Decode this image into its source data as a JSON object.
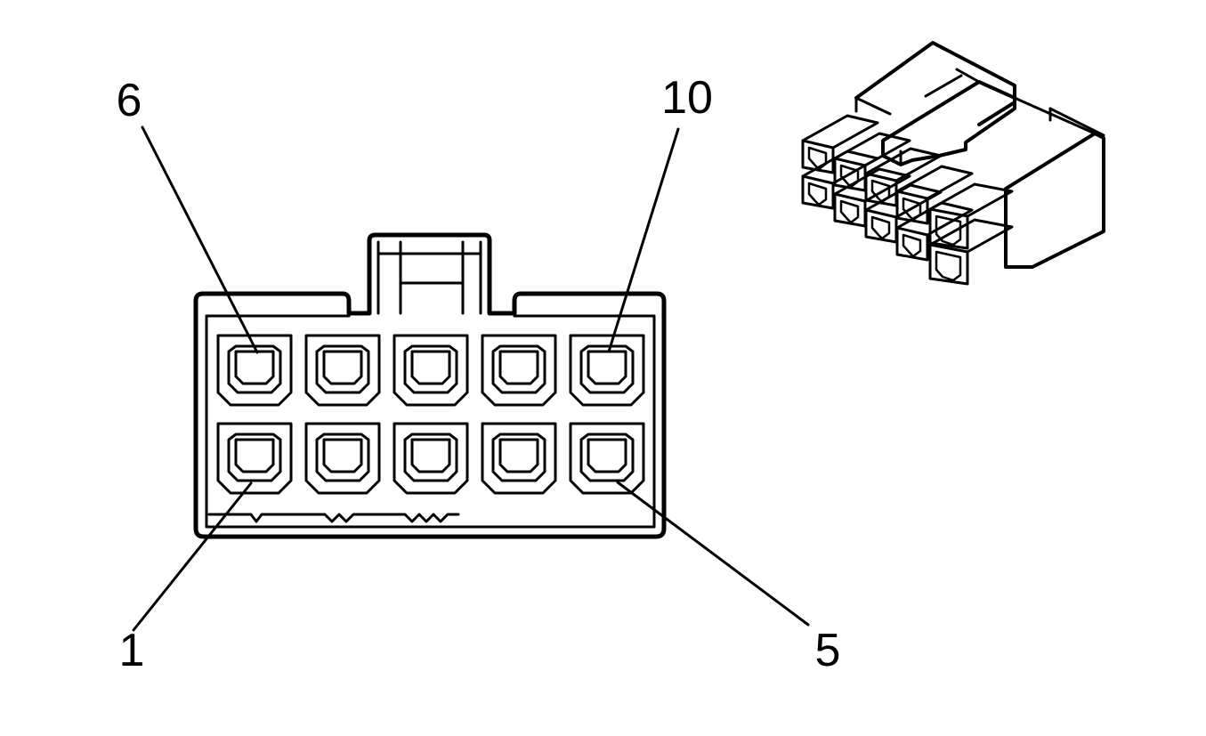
{
  "labels": {
    "top_left": "6",
    "top_right": "10",
    "bottom_left": "1",
    "bottom_right": "5"
  },
  "colors": {
    "line": "#000000",
    "background": "#ffffff"
  },
  "icons": [
    "connector-face-view",
    "connector-isometric-view"
  ]
}
